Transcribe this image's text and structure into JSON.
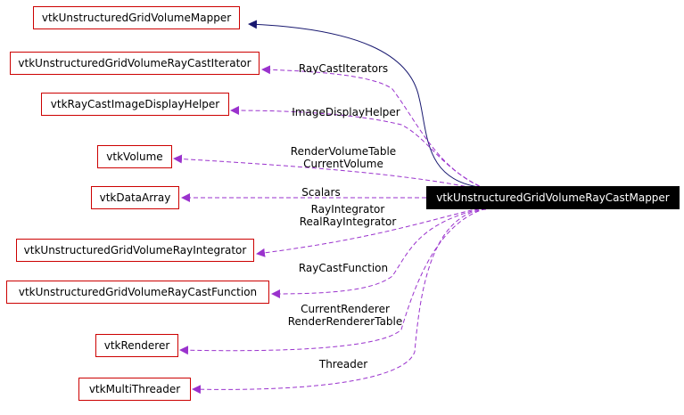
{
  "main_class": "vtkUnstructuredGridVolumeRayCastMapper",
  "colors": {
    "inheritance_edge": "#191970",
    "usage_edge": "#9a32cd",
    "node_border": "#cc0000",
    "main_fill": "#000000"
  },
  "nodes": [
    "vtkUnstructuredGridVolumeMapper",
    "vtkUnstructuredGridVolumeRayCastIterator",
    "vtkRayCastImageDisplayHelper",
    "vtkVolume",
    "vtkDataArray",
    "vtkUnstructuredGridVolumeRayIntegrator",
    "vtkUnstructuredGridVolumeRayCastFunction",
    "vtkRenderer",
    "vtkMultiThreader"
  ],
  "edge_labels": [
    "RayCastIterators",
    "ImageDisplayHelper",
    "RenderVolumeTable\nCurrentVolume",
    "Scalars",
    "RayIntegrator\nRealRayIntegrator",
    "RayCastFunction",
    "CurrentRenderer\nRenderRendererTable",
    "Threader"
  ]
}
